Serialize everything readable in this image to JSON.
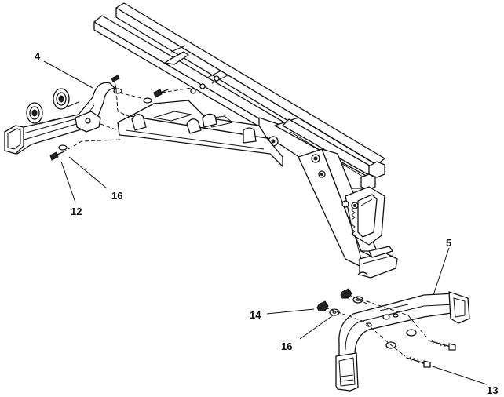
{
  "diagram": {
    "callouts": [
      {
        "id": "4",
        "label": "4"
      },
      {
        "id": "12",
        "label": "12"
      },
      {
        "id": "16a",
        "label": "16"
      },
      {
        "id": "5",
        "label": "5"
      },
      {
        "id": "14",
        "label": "14"
      },
      {
        "id": "16b",
        "label": "16"
      },
      {
        "id": "13",
        "label": "13"
      }
    ]
  }
}
